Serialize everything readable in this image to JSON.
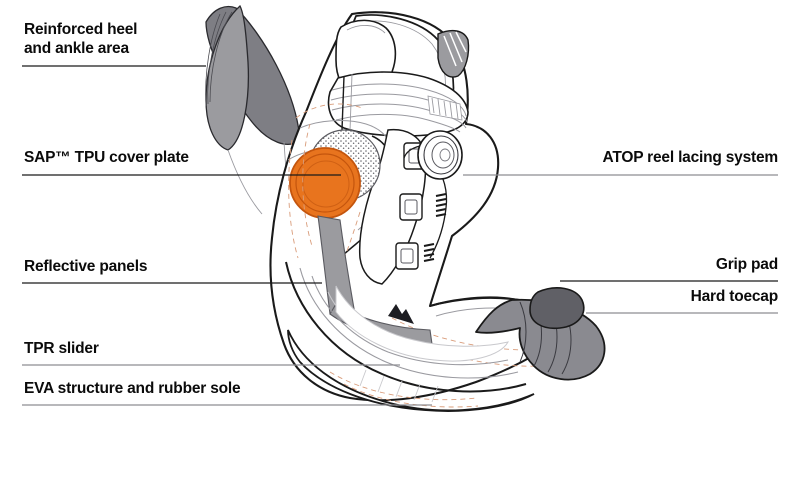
{
  "diagram": {
    "title": "Technical cutaway illustration of a performance trail running shoe",
    "subject": "running shoe",
    "background_color": "#ffffff",
    "accent_color": "#e8741e",
    "rule_dark_color": "#1a1a1a",
    "rule_light_color": "#8e8e92",
    "text_color": "#0b0b0b"
  },
  "callouts": [
    {
      "id": "reinforced-heel",
      "label_lines": [
        "Reinforced heel",
        "and ankle area"
      ],
      "side": "left",
      "rule_tone": "dark"
    },
    {
      "id": "sap-tpu-cover-plate",
      "label_lines": [
        "SAP™ TPU cover plate"
      ],
      "side": "left",
      "rule_tone": "dark"
    },
    {
      "id": "reflective-panels",
      "label_lines": [
        "Reflective panels"
      ],
      "side": "left",
      "rule_tone": "dark"
    },
    {
      "id": "tpr-slider",
      "label_lines": [
        "TPR slider"
      ],
      "side": "left",
      "rule_tone": "light"
    },
    {
      "id": "eva-structure-rubber-sole",
      "label_lines": [
        "EVA structure and rubber sole"
      ],
      "side": "left",
      "rule_tone": "light"
    },
    {
      "id": "atop-reel-lacing-system",
      "label_lines": [
        "ATOP reel lacing system"
      ],
      "side": "right",
      "rule_tone": "light"
    },
    {
      "id": "grip-pad",
      "label_lines": [
        "Grip pad"
      ],
      "side": "right",
      "rule_tone": "dark"
    },
    {
      "id": "hard-toecap",
      "label_lines": [
        "Hard toecap"
      ],
      "side": "right",
      "rule_tone": "light"
    }
  ],
  "labels": {
    "reinforced_heel_line1": "Reinforced heel",
    "reinforced_heel_line2": "and ankle area",
    "sap_tpu_cover_plate": "SAP™ TPU cover plate",
    "reflective_panels": "Reflective panels",
    "tpr_slider": "TPR slider",
    "eva_structure_rubber_sole": "EVA structure and rubber sole",
    "atop_reel_lacing_system": "ATOP reel lacing system",
    "grip_pad": "Grip pad",
    "hard_toecap": "Hard toecap"
  },
  "artwork_parts": {
    "heel_panel_outer": "light-grey heel reinforcement panel",
    "heel_panel_inner": "dark-grey ankle reinforcement panel",
    "sap_plate": "orange SAP TPU cover plate disc",
    "stipple_disc": "stippled grey disc behind cover plate",
    "reel_dial": "ATOP reel lacing dial",
    "lace_guides": "three lace guide brackets",
    "toecap": "grey hard toecap wrap",
    "grip_pad_blob": "dark grey grip pad",
    "midsole_strap": "grey TPR slider strap",
    "brand_mark": "mountain arrow brand mark",
    "gaiter_cuff": "ribbed collar gaiter",
    "pull_tab": "grey heel pull tab"
  },
  "colors": {
    "orange_fill": "#e8741e",
    "orange_stroke": "#c4550d",
    "grey_light": "#9b9b9f",
    "grey_mid": "#85858a",
    "grey_dark": "#6e6e74",
    "grey_pale": "#c9c9cd",
    "outline": "#1a1a1a",
    "hairline": "#9a9aa0",
    "dashed_orange": "#d99c7a"
  }
}
